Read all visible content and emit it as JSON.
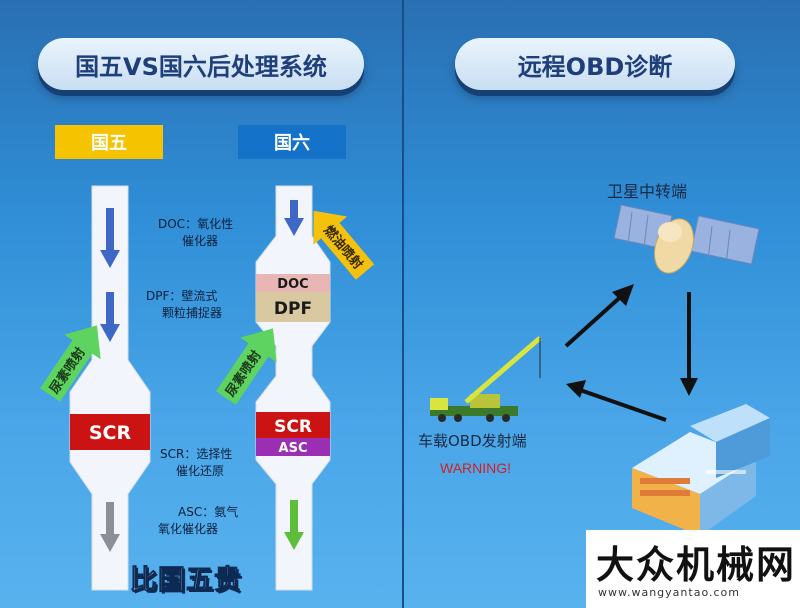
{
  "left": {
    "title": "国五VS国六后处理系统",
    "tag_g5": "国五",
    "tag_g6": "国六",
    "label_doc": [
      "DOC：氧化性",
      "催化器"
    ],
    "label_dpf": [
      "DPF：壁流式",
      "颗粒捕捉器"
    ],
    "label_scr": [
      "SCR：选择性",
      "催化还原"
    ],
    "label_asc": [
      "ASC：氨气",
      "氧化催化器"
    ],
    "g5_block": "SCR",
    "g5_arrow": "尿素喷射",
    "g6_blocks": [
      "DOC",
      "DPF",
      "SCR",
      "ASC"
    ],
    "g6_urea": "尿素喷射",
    "g6_fuel": "燃油喷射",
    "bottom_text": "比国五贵"
  },
  "right": {
    "title": "远程OBD诊断",
    "satellite_label": "卫星中转端",
    "vehicle_label": "车载OBD发射端",
    "warning": "WARNING!"
  },
  "watermark": {
    "name": "大众机械网",
    "url": "www.wangyantao.com"
  },
  "colors": {
    "g5_tag": "#f6c300",
    "g6_tag": "#1572c9",
    "scr": "#cc1313",
    "doc": "#e9b6b6",
    "dpf": "#d9c9a0",
    "asc": "#9b2fb4",
    "arrow_green": "#5fd35f",
    "arrow_yellow": "#f4c20d"
  }
}
